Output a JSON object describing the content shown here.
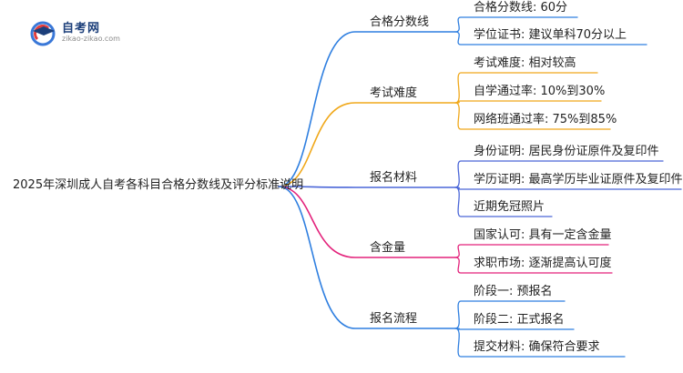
{
  "logo": {
    "name": "自考网",
    "domain": "zikao-zikao.com"
  },
  "root": "2025年深圳成人自考各科目合格分数线及评分标准说明",
  "branches": [
    {
      "label": "合格分数线",
      "color": "#2f7fe0",
      "children": [
        "合格分数线: 60分",
        "学位证书: 建议单科70分以上"
      ]
    },
    {
      "label": "考试难度",
      "color": "#f0a81a",
      "children": [
        "考试难度: 相对较高",
        "自学通过率: 10%到30%",
        "网络班通过率: 75%到85%"
      ]
    },
    {
      "label": "报名材料",
      "color": "#4a66d8",
      "children": [
        "身份证明: 居民身份证原件及复印件",
        "学历证明: 最高学历毕业证原件及复印件",
        "近期免冠照片"
      ]
    },
    {
      "label": "含金量",
      "color": "#e3227b",
      "children": [
        "国家认可: 具有一定含金量",
        "求职市场: 逐渐提高认可度"
      ]
    },
    {
      "label": "报名流程",
      "color": "#2f7fe0",
      "children": [
        "阶段一: 预报名",
        "阶段二: 正式报名",
        "提交材料: 确保符合要求"
      ]
    }
  ]
}
